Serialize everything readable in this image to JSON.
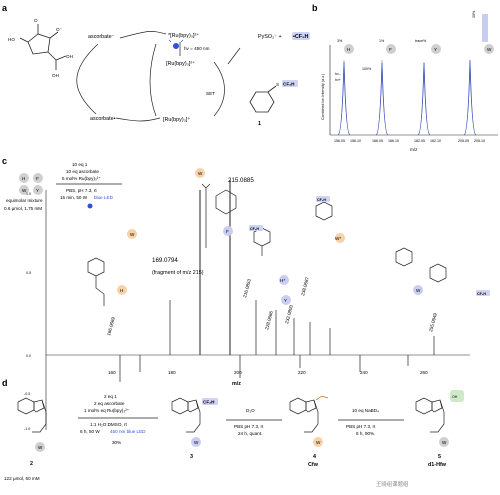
{
  "panels": {
    "a": "a",
    "b": "b",
    "c": "c",
    "d": "d"
  },
  "colors": {
    "blue_text": "#3050d8",
    "blue_line": "#3a4fc7",
    "badge_gray": "#cfcfcf",
    "badge_orange": "#f6d2a8",
    "badge_blue": "#c9cdf2",
    "badge_green": "#cfe8c8",
    "cf2h_bg": "#cfd3f4"
  },
  "panel_a": {
    "ascorbate_minus": "ascorbate⁻",
    "ascorbate_dot": "ascorbate•",
    "ru_excited": "*[Ru(bpy)₃]²⁺",
    "hv": "hν = 450 nm",
    "ru_2plus": "[Ru(bpy)₃]²⁺",
    "ru_plus": "[Ru(bpy)₃]⁺",
    "set": "SET",
    "pyso2": "PySO₂⁻  +",
    "radical": "•CF₂H",
    "reagent_label": "CF₂H",
    "compound_no": "1"
  },
  "panel_b": {
    "legend": [
      "hν–",
      "hν+"
    ],
    "scale_label": "100%",
    "ylabel": "Combined Ion Intensity (a.u.)",
    "xlabel": "m/z",
    "peaks": [
      {
        "badge": "H",
        "pct": "3%"
      },
      {
        "badge": "F",
        "pct": "1%"
      },
      {
        "badge": "Y",
        "pct": "trace%"
      },
      {
        "badge": "W",
        "pct": "30%"
      }
    ],
    "ticks": [
      "156.05",
      "156.10",
      "166.05",
      "166.10",
      "182.05",
      "182.10",
      "205.05",
      "205.10"
    ]
  },
  "panel_c": {
    "conditions": [
      "10 eq 1",
      "10 eq ascorbate",
      "5 mol% Ru(bpy)₃²⁺",
      "PBS, pH 7.3, rt",
      "15 min, 50 W",
      "blue LED"
    ],
    "mixture_label": "equimolar mixture",
    "mixture_amount": "0.6 µmol,   1.75 mM",
    "badges": [
      "H",
      "F",
      "Y",
      "W"
    ],
    "peak_215": "215.0885",
    "peak_169": "169.0794",
    "fragment_note": "(fragment of m/z 215)",
    "peak_166": "166.0669",
    "peak_216": "216.0853",
    "peak_228": "228.0666",
    "peak_232": "232.0803",
    "peak_238": "238.0687",
    "peak_255": "255.0949",
    "label_w": "W",
    "label_f": "F",
    "label_h_star": "H*",
    "label_w_star": "W*",
    "label_y": "Y",
    "label_h": "H",
    "label_w2": "W",
    "cf2h": "CF₂H",
    "xlabel": "m/z",
    "xticks": [
      "160",
      "180",
      "200",
      "220",
      "240",
      "260"
    ],
    "yticks": [
      "1.0",
      "0.5",
      "0.0",
      "-0.5",
      "-1.0"
    ]
  },
  "panel_d": {
    "cond1": [
      "2 eq 1",
      "2 eq ascorbate",
      "1 mol% eq Ru(bpy)₃²⁺",
      "1:1 H₂O:DMSO, rt",
      "6 h, 50 W",
      "450 nm blue LED",
      "30%"
    ],
    "cond2": [
      "D₂O",
      "PBS pH 7.3, rt",
      "24 h, quant."
    ],
    "cond3": [
      "10 eq NaBD₄",
      "PBS pH 7.3, rt",
      "6 h, 90%."
    ],
    "compounds": [
      {
        "no": "2",
        "badge": "W",
        "note": "122 µmol, 60 mM"
      },
      {
        "no": "3",
        "badge": "W"
      },
      {
        "no": "4",
        "badge": "W",
        "name": "Cfw"
      },
      {
        "no": "5",
        "badge": "W",
        "name": "d1-Hfw"
      }
    ],
    "cf2h": "CF₂H",
    "watermark": "王晓组课题组"
  }
}
